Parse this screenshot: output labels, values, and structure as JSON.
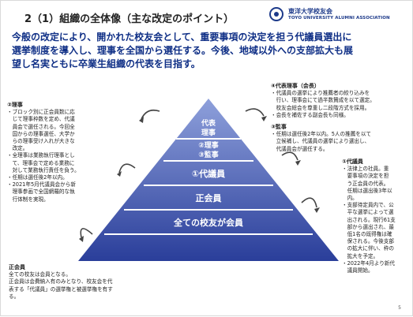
{
  "header": {
    "title": "2（1）組織の全体像（主な改定のポイント）",
    "logo_jp": "東洋大学校友会",
    "logo_en": "TOYO UNIVERSITY ALUMNI ASSOCIATION"
  },
  "lead": {
    "line1": "今般の改定により、開かれた校友会として、重要事項の決定を担う代議員選出に",
    "line2": "選挙制度を導入し、理事を全国から選任する。今後、地域以外への支部拡大も展",
    "line3": "望し名実ともに卒業生組織の代表を目指す。"
  },
  "pyramid": {
    "tier1_a": "代表",
    "tier1_b": "理事",
    "tier2_a": "②理事",
    "tier2_b": "③監事",
    "tier3": "①代議員",
    "tier4": "正会員",
    "tier5": "全ての校友が会員"
  },
  "notes": {
    "rijikai": {
      "heading": "②理事",
      "lines": [
        "・ブロック別に正会員数に応",
        "　じて理事枠数を定め、代議",
        "　員会で選任される。今回全",
        "　国からの理事選任、大学か",
        "　らの理事受け入れが大きな",
        "　改定。",
        "・全理事は業務執行理事とし",
        "　て、理事会で定める業務に",
        "　対して業務執行責任を負う。",
        "・任期は選任後2年以内。",
        "・2021年5月代議員会から新",
        "　理事参画で全国網羅的な執",
        "　行体制を実現。"
      ]
    },
    "daihyo": {
      "heading": "④代表理事（会長）",
      "lines": [
        "・代議員の選挙により推薦者の絞り込みを",
        "　行い、理事会にて過半数賛成を以て選定。",
        "　校友会総会を尊重し二段階方式を採用。",
        "・会長を補佐する副会長も同様。"
      ]
    },
    "kanji": {
      "heading": "③監事",
      "lines": [
        "・任期は選任後2年以内。5人の推薦を以て",
        "　立候補し、代議員の選挙により選出し、",
        "　代議員会が選任する。"
      ]
    },
    "daigiin": {
      "heading": "①代議員",
      "lines": [
        "・法律上の社員。重",
        "　要事項の決定を担",
        "　う正会員の代表。",
        "　任期は選出後3年以",
        "　内。",
        "・支部待定員内で、公",
        "　平な選挙によって選",
        "　出される。現行61支",
        "　部から選出され、最",
        "　低1名の既得権は確",
        "　保される。今後支部",
        "　の拡大に伴い、枠の",
        "　拡大を予定。",
        "・2022年4月より新代",
        "　議員開始。"
      ]
    },
    "seikai": {
      "heading": "正会員",
      "lines": [
        "全ての校友は会員となる。",
        "正会員は会費納入有のみとなり、校友会を代",
        "表する「代議員」の選挙権と被選挙権を有す",
        "る。"
      ]
    }
  },
  "page_number": "5",
  "colors": {
    "navy": "#0f2f86",
    "tier_top": "#8fa2dc",
    "tier_bottom": "#2a3f9c"
  }
}
